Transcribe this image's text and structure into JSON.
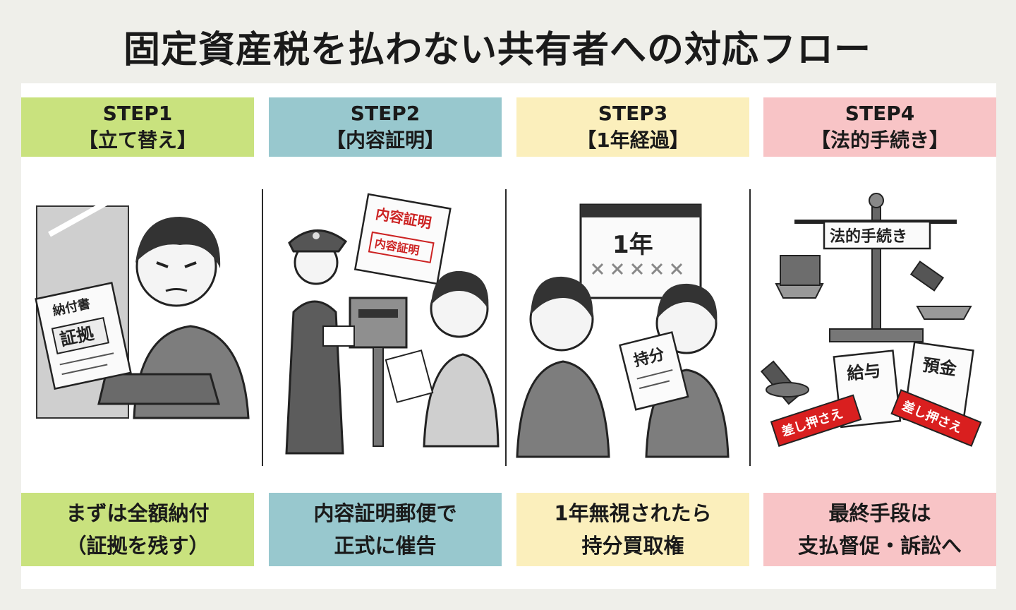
{
  "title": "固定資産税を払わない共有者への対応フロー",
  "steps": [
    {
      "step": "STEP1",
      "name": "【立て替え】",
      "caption_line1": "まずは全額納付",
      "caption_line2": "（証拠を残す）",
      "color": "#c9e27e",
      "illustration": {
        "doc_title": "納付書",
        "doc_stamp": "証拠"
      }
    },
    {
      "step": "STEP2",
      "name": "【内容証明】",
      "caption_line1": "内容証明郵便で",
      "caption_line2": "正式に催告",
      "color": "#98c8ce",
      "illustration": {
        "letter_title": "内容証明",
        "letter_stamp": "内容証明"
      }
    },
    {
      "step": "STEP3",
      "name": "【1年経過】",
      "caption_line1": "1年無視されたら",
      "caption_line2": "持分買取権",
      "color": "#fbefbc",
      "illustration": {
        "calendar_label": "1年",
        "doc_label": "持分"
      }
    },
    {
      "step": "STEP4",
      "name": "【法的手続き】",
      "caption_line1": "最終手段は",
      "caption_line2": "支払督促・訴訟へ",
      "color": "#f8c4c6",
      "illustration": {
        "sign_label": "法的手続き",
        "doc1_label": "給与",
        "doc2_label": "預金",
        "tag1_label": "差し押さえ",
        "tag2_label": "差し押さえ"
      }
    }
  ]
}
